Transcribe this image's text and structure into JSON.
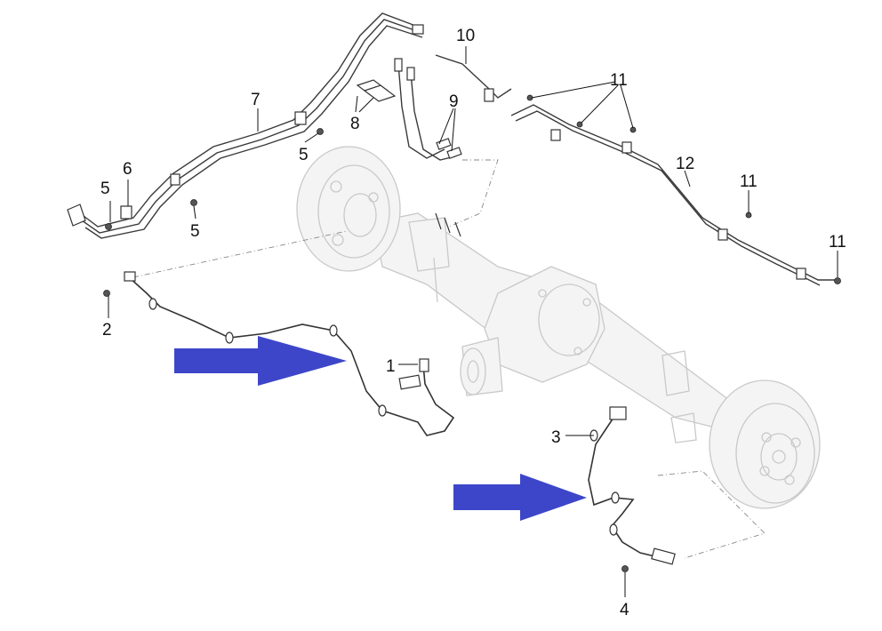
{
  "diagram": {
    "callouts": [
      {
        "id": "c1",
        "label": "1"
      },
      {
        "id": "c2",
        "label": "2"
      },
      {
        "id": "c3",
        "label": "3"
      },
      {
        "id": "c4",
        "label": "4"
      },
      {
        "id": "c5a",
        "label": "5"
      },
      {
        "id": "c5b",
        "label": "5"
      },
      {
        "id": "c5c",
        "label": "5"
      },
      {
        "id": "c6",
        "label": "6"
      },
      {
        "id": "c7",
        "label": "7"
      },
      {
        "id": "c8",
        "label": "8"
      },
      {
        "id": "c9",
        "label": "9"
      },
      {
        "id": "c10",
        "label": "10"
      },
      {
        "id": "c11a",
        "label": "11"
      },
      {
        "id": "c11b",
        "label": "11"
      },
      {
        "id": "c11c",
        "label": "11"
      },
      {
        "id": "c12",
        "label": "12"
      }
    ],
    "highlight_arrows": [
      {
        "id": "arrow-upper",
        "points_to": "1",
        "color": "#3d46c9"
      },
      {
        "id": "arrow-lower",
        "points_to": "3",
        "color": "#3d46c9"
      }
    ]
  }
}
